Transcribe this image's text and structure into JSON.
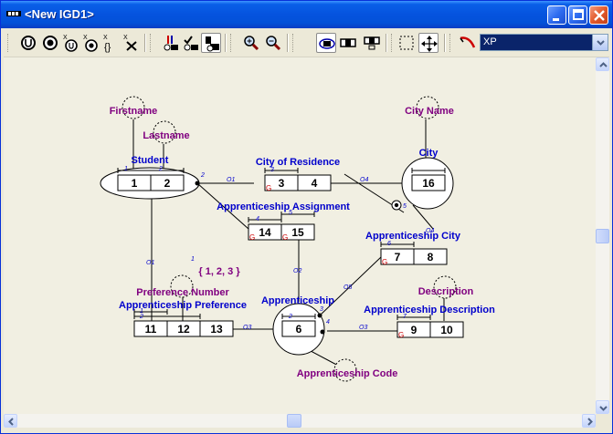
{
  "window": {
    "title": "<New IGD1>"
  },
  "toolbar": {
    "style_select": {
      "value": "XP"
    }
  },
  "diagram": {
    "entities": {
      "student": "Student",
      "city_of_residence": "City of Residence",
      "city": "City",
      "apprenticeship_assignment": "Apprenticeship Assignment",
      "apprenticeship_city": "Apprenticeship City",
      "apprenticeship_preference": "Apprenticeship Preference",
      "apprenticeship": "Apprenticeship",
      "apprenticeship_description": "Apprenticeship Description"
    },
    "attributes": {
      "firstname": "Firstname",
      "lastname": "Lastname",
      "city_name": "City Name",
      "preference_number": "Preference Number",
      "description": "Description",
      "apprenticeship_code": "Apprenticeship Code"
    },
    "cells": {
      "c1": "1",
      "c2": "2",
      "c3": "3",
      "c4": "4",
      "c16": "16",
      "c14": "14",
      "c15": "15",
      "c7": "7",
      "c8": "8",
      "c11": "11",
      "c12": "12",
      "c13": "13",
      "c6": "6",
      "c9": "9",
      "c10": "10"
    },
    "small_labels": {
      "n1_student": "1",
      "n2_student": "2",
      "n2_edge": "2",
      "n3_cor": "3",
      "n4_assign": "4",
      "n5_assign": "5",
      "n6_acity": "6",
      "n1_pref": "1",
      "n2_pref": "2",
      "n7_desc": "7",
      "n3_appr": "3",
      "n4_appr": "4",
      "n5_city": "5",
      "n1_constraint": "1",
      "n2_appr_top": "2",
      "o1_top": "O1",
      "o4_top": "O4",
      "o1_left": "O1",
      "o2_mid": "O2",
      "o5": "O5",
      "o3_bottom": "O3",
      "o3_right": "O3",
      "o4_city": "O4",
      "g3": "G",
      "g14": "G",
      "g15": "G",
      "g7": "G",
      "g9": "G"
    },
    "constraint": "{ 1, 2, 3 }"
  }
}
